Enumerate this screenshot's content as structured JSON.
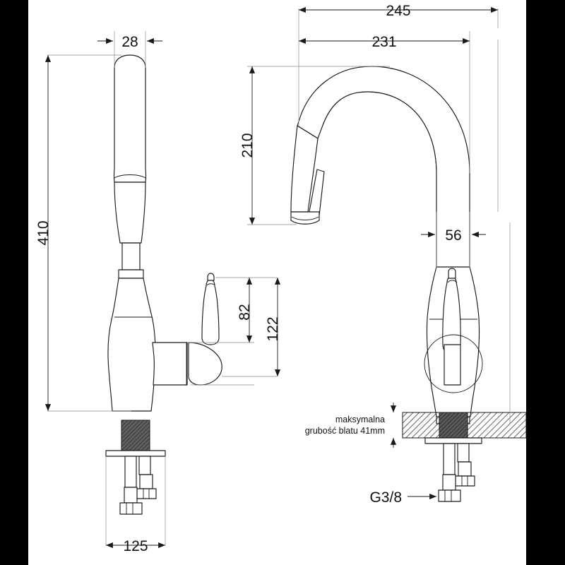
{
  "drawing": {
    "title": "Kitchen faucet technical dimension drawing",
    "units": "mm",
    "background": "#ffffff",
    "letterbox_color": "#000000",
    "line_color": "#1a1a1a",
    "thin_line_color": "#8a8a8a"
  },
  "views": {
    "front": {
      "name": "front-elevation-view"
    },
    "side": {
      "name": "side-elevation-view"
    }
  },
  "dimensions": {
    "spout_width": "28",
    "total_height": "410",
    "base_width": "125",
    "handle_height": "82",
    "handle_assembly_height": "122",
    "reach_overall": "245",
    "reach_inner": "231",
    "spout_height": "210",
    "body_width": "56"
  },
  "annotations": {
    "counter_note_line1": "maksymalna",
    "counter_note_line2": "grubość blatu 41mm",
    "thread_label": "G3/8"
  }
}
